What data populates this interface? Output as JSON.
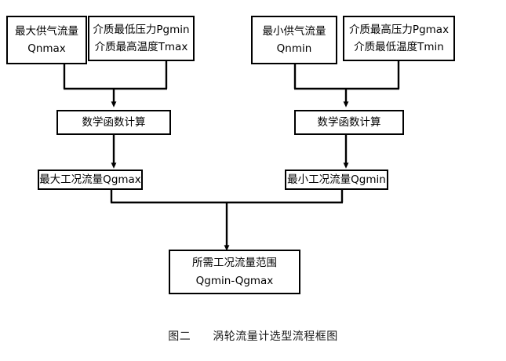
{
  "diagram": {
    "title_caption": {
      "figure_label": "图二",
      "figure_title": "涡轮流量计选型流程框图"
    },
    "colors": {
      "background": "#ffffff",
      "stroke": "#000000",
      "text": "#000000"
    },
    "nodes": {
      "max_supply_flow": {
        "line1": "最大供气流量",
        "line2": "Qnmax"
      },
      "min_pressure_max_temp": {
        "line1": "介质最低压力Pgmin",
        "line2": "介质最高温度Tmax"
      },
      "min_supply_flow": {
        "line1": "最小供气流量",
        "line2": "Qnmin"
      },
      "max_pressure_min_temp": {
        "line1": "介质最高压力Pgmax",
        "line2": "介质最低温度Tmin"
      },
      "math_calc_left": {
        "line1": "数学函数计算"
      },
      "math_calc_right": {
        "line1": "数学函数计算"
      },
      "qgmax_result": {
        "line1": "最大工况流量Qgmax"
      },
      "qgmin_result": {
        "line1": "最小工况流量Qgmin"
      },
      "flow_range_result": {
        "line1": "所需工况流量范围",
        "line2": "Qgmin-Qgmax"
      }
    }
  }
}
